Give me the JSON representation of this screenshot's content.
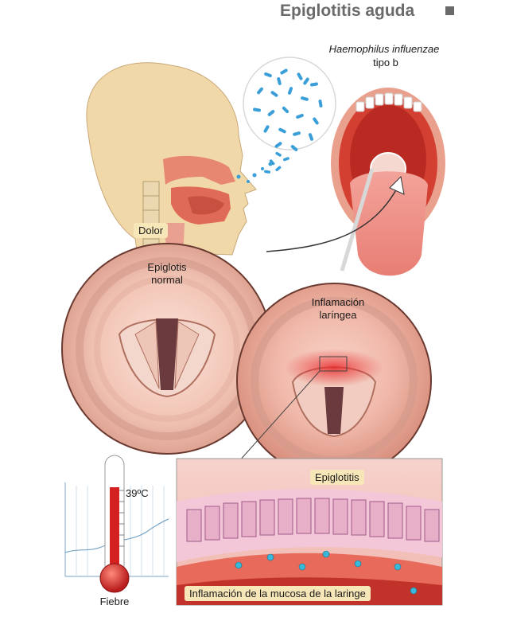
{
  "title": "Epiglotitis aguda",
  "labels": {
    "bacteria_line1": "Haemophilus influenzae",
    "bacteria_line2": "tipo b",
    "dolor": "Dolor",
    "normal_line1": "Epiglotis",
    "normal_line2": "normal",
    "inflam_line1": "Inflamación",
    "inflam_line2": "laríngea",
    "epiglotitis": "Epiglotitis",
    "temperature": "39ºC",
    "fiebre": "Fiebre",
    "mucosa": "Inflamación de la mucosa de la laringe"
  },
  "colors": {
    "skin": "#f0d8a8",
    "flesh": "#e58a74",
    "inflamed": "#e03a3a",
    "bacteria": "#3a9ed8",
    "tag_bg": "#f6e6b8",
    "title": "#6a6a6a"
  }
}
